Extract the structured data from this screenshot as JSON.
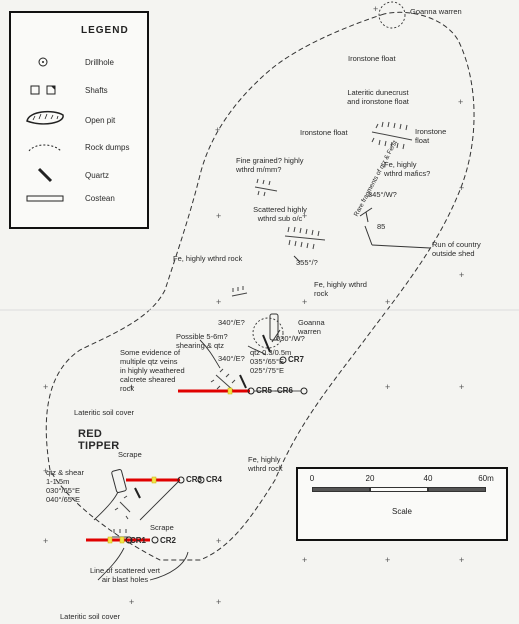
{
  "legend": {
    "title": "LEGEND",
    "items": [
      {
        "label": "Drillhole",
        "icon": "drillhole-icon"
      },
      {
        "label": "Shafts",
        "icon": "shafts-icon"
      },
      {
        "label": "Open pit",
        "icon": "open-pit-icon"
      },
      {
        "label": "Rock dumps",
        "icon": "rock-dumps-icon"
      },
      {
        "label": "Quartz",
        "icon": "quartz-icon"
      },
      {
        "label": "Costean",
        "icon": "costean-icon"
      }
    ]
  },
  "scale": {
    "ticks": [
      "0",
      "20",
      "40",
      "60m"
    ],
    "label": "Scale"
  },
  "labels": {
    "goanna_top": "Goanna warren",
    "ironstone_float_1": "Ironstone float",
    "lateritic_dunecrust": "Lateritic dunecrust\nand ironstone float",
    "ironstone_float_2": "Ironstone float",
    "ironstone_float_3": "Ironstone\nfloat",
    "fine_grained": "Fine grained? highly\nwthrd m/mm?",
    "fe_mafics": "Fe, highly\nwthrd mafics?",
    "fragments": "Rare fragments of qtz & Fe/st",
    "scattered": "Scattered highly\nwthrd sub o/c",
    "strike_345": "345°/W?",
    "dip_85": "85",
    "run_country": "Run of country\noutside shed",
    "fe_rock_left": "Fe, highly wthrd rock",
    "strike_355": "355°/?",
    "fe_rock_right": "Fe, highly wthrd\nrock",
    "strike_340e_1": "340°/E?",
    "goanna_mid": "Goanna\nwarren",
    "strike_030": "030°/W?",
    "possible_shear": "Possible 5-6m?\nshearing & qtz",
    "strike_340e_2": "340°/E?",
    "cr7": "CR7",
    "some_evidence": "Some evidence of\nmultiple qtz veins\nin highly weathered\ncalcrete sheared\nrock",
    "qtz_veins": "qtz 0.3/0.5m\n035°/65°E\n025°/75°E",
    "cr5_cr6": "CR5 -CR6",
    "lateritic_soil_1": "Lateritic soil cover",
    "red_tipper": "RED\nTIPPER",
    "scrape_1": "Scrape",
    "cr3": "CR3",
    "cr4": "CR4",
    "fe_rock_low": "Fe, highly\nwthrd rock",
    "qtz_shear": "qtz & shear\n1-1.5m\n030°/65°E\n040°/65°E",
    "scrape_2": "Scrape",
    "cr1": "CR1",
    "cr2": "CR2",
    "line_scattered": "Line of scattered vert\nair blast holes",
    "lateritic_soil_2": "Lateritic soil cover"
  },
  "colors": {
    "section_line": "#e00000",
    "drillhole_marker": "#f2e34a",
    "ink": "#222222",
    "paper": "#f4f4f1"
  }
}
